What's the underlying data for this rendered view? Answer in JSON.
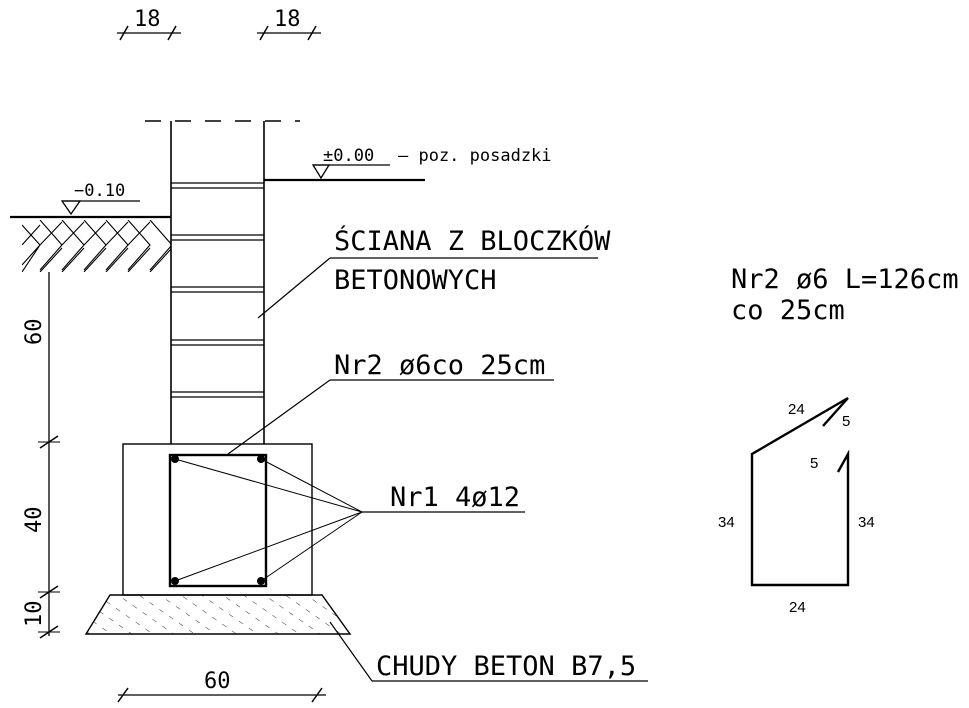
{
  "colors": {
    "line": "#000000",
    "background": "#ffffff"
  },
  "section": {
    "top_dims": [
      "18",
      "18"
    ],
    "level_floor": "±0.00",
    "level_floor_label": "– poz. posadzki",
    "level_ground": "−0.10",
    "wall_label_line1": "ŚCIANA Z BLOCZKÓW",
    "wall_label_line2": "BETONOWYCH",
    "stirrup_label": "Nr2 ø6co 25cm",
    "main_bars_label": "Nr1 4ø12",
    "lean_concrete_label": "CHUDY BETON B7,5",
    "vertical_dims": [
      "60",
      "40",
      "10"
    ],
    "bottom_dim": "60"
  },
  "bar_schedule": {
    "line1": "Nr2 ø6 L=126cm",
    "line2": "co 25cm",
    "dims": {
      "top_slope": "24",
      "hook_top": "5",
      "hook_inner": "5",
      "left": "34",
      "right": "34",
      "bottom": "24"
    }
  }
}
